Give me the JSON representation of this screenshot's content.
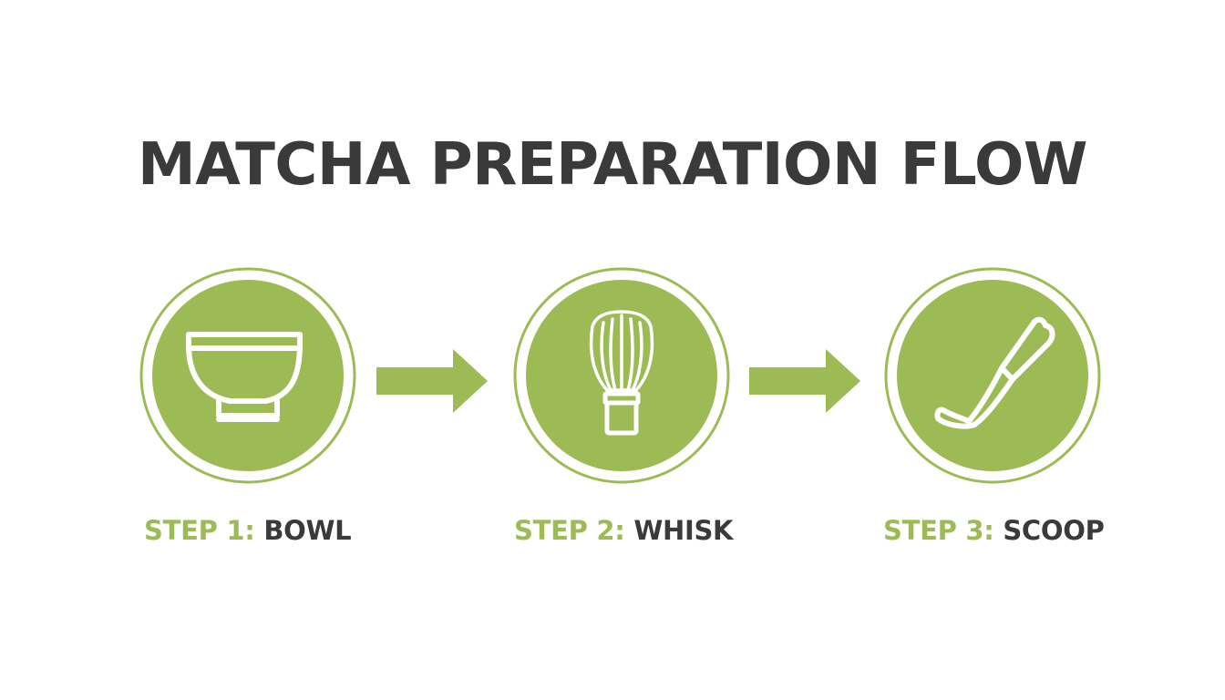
{
  "title": "MATCHA PREPARATION FLOW",
  "colors": {
    "accent": "#9dbb55",
    "text": "#3a3a3a",
    "background": "#ffffff"
  },
  "steps": [
    {
      "prefix": "STEP 1:",
      "name": "BOWL",
      "icon": "bowl-icon"
    },
    {
      "prefix": "STEP 2:",
      "name": "WHISK",
      "icon": "whisk-icon"
    },
    {
      "prefix": "STEP 3:",
      "name": "SCOOP",
      "icon": "scoop-icon"
    }
  ],
  "connectors": [
    "arrow-right-icon",
    "arrow-right-icon"
  ]
}
